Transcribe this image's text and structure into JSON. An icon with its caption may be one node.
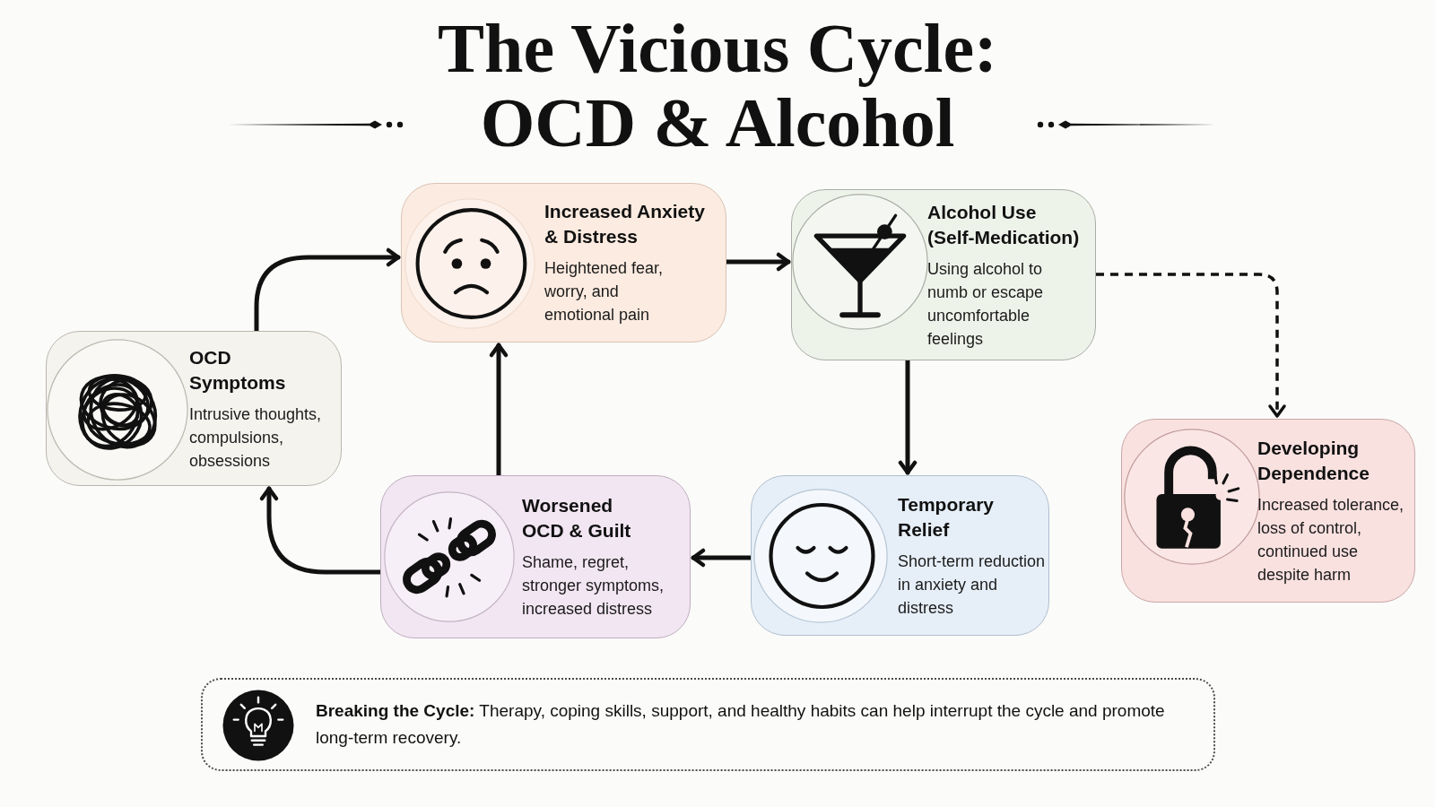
{
  "diagram": {
    "title": "The Vicious Cycle: OCD & Alcohol",
    "nodes": [
      {
        "text": [
          "OCD Symptoms",
          "Intrusive thoughts, compulsions, obsessions"
        ]
      },
      {
        "text": [
          "Increased Anxiety & Distress",
          "Heightened fear, worry, and emotional pain"
        ]
      },
      {
        "text": [
          "Alcohol Use (Self-Medication)",
          "Using alcohol to numb or escape uncomfortable feelings"
        ]
      },
      {
        "text": [
          "Temporary Relief",
          "Short-term reduction in anxiety and distress"
        ]
      },
      {
        "text": [
          "Worsened OCD & Guilt",
          "Shame, regret, stronger symptoms, increased distress"
        ]
      },
      {
        "text": [
          "Developing Dependence",
          "Increased tolerance, loss of control, continued use despite harm"
        ]
      },
      {
        "text": [
          "**Breaking the Cycle:** Therapy, coping skills, support, and healthy habits can help interrupt the cycle and promote long-term recovery."
        ]
      }
    ],
    "edges": [
      {
        "from": 0,
        "to": 1,
        "arrow": "to"
      },
      {
        "from": 1,
        "to": 2,
        "arrow": "to"
      },
      {
        "from": 2,
        "to": 3,
        "arrow": "to"
      },
      {
        "from": 3,
        "to": 4,
        "arrow": "to"
      },
      {
        "from": 4,
        "to": 1,
        "arrow": "to"
      },
      {
        "from": 4,
        "to": 0,
        "arrow": "to"
      },
      {
        "from": 2,
        "to": 5,
        "arrow": "to",
        "style": "dashed"
      }
    ]
  }
}
